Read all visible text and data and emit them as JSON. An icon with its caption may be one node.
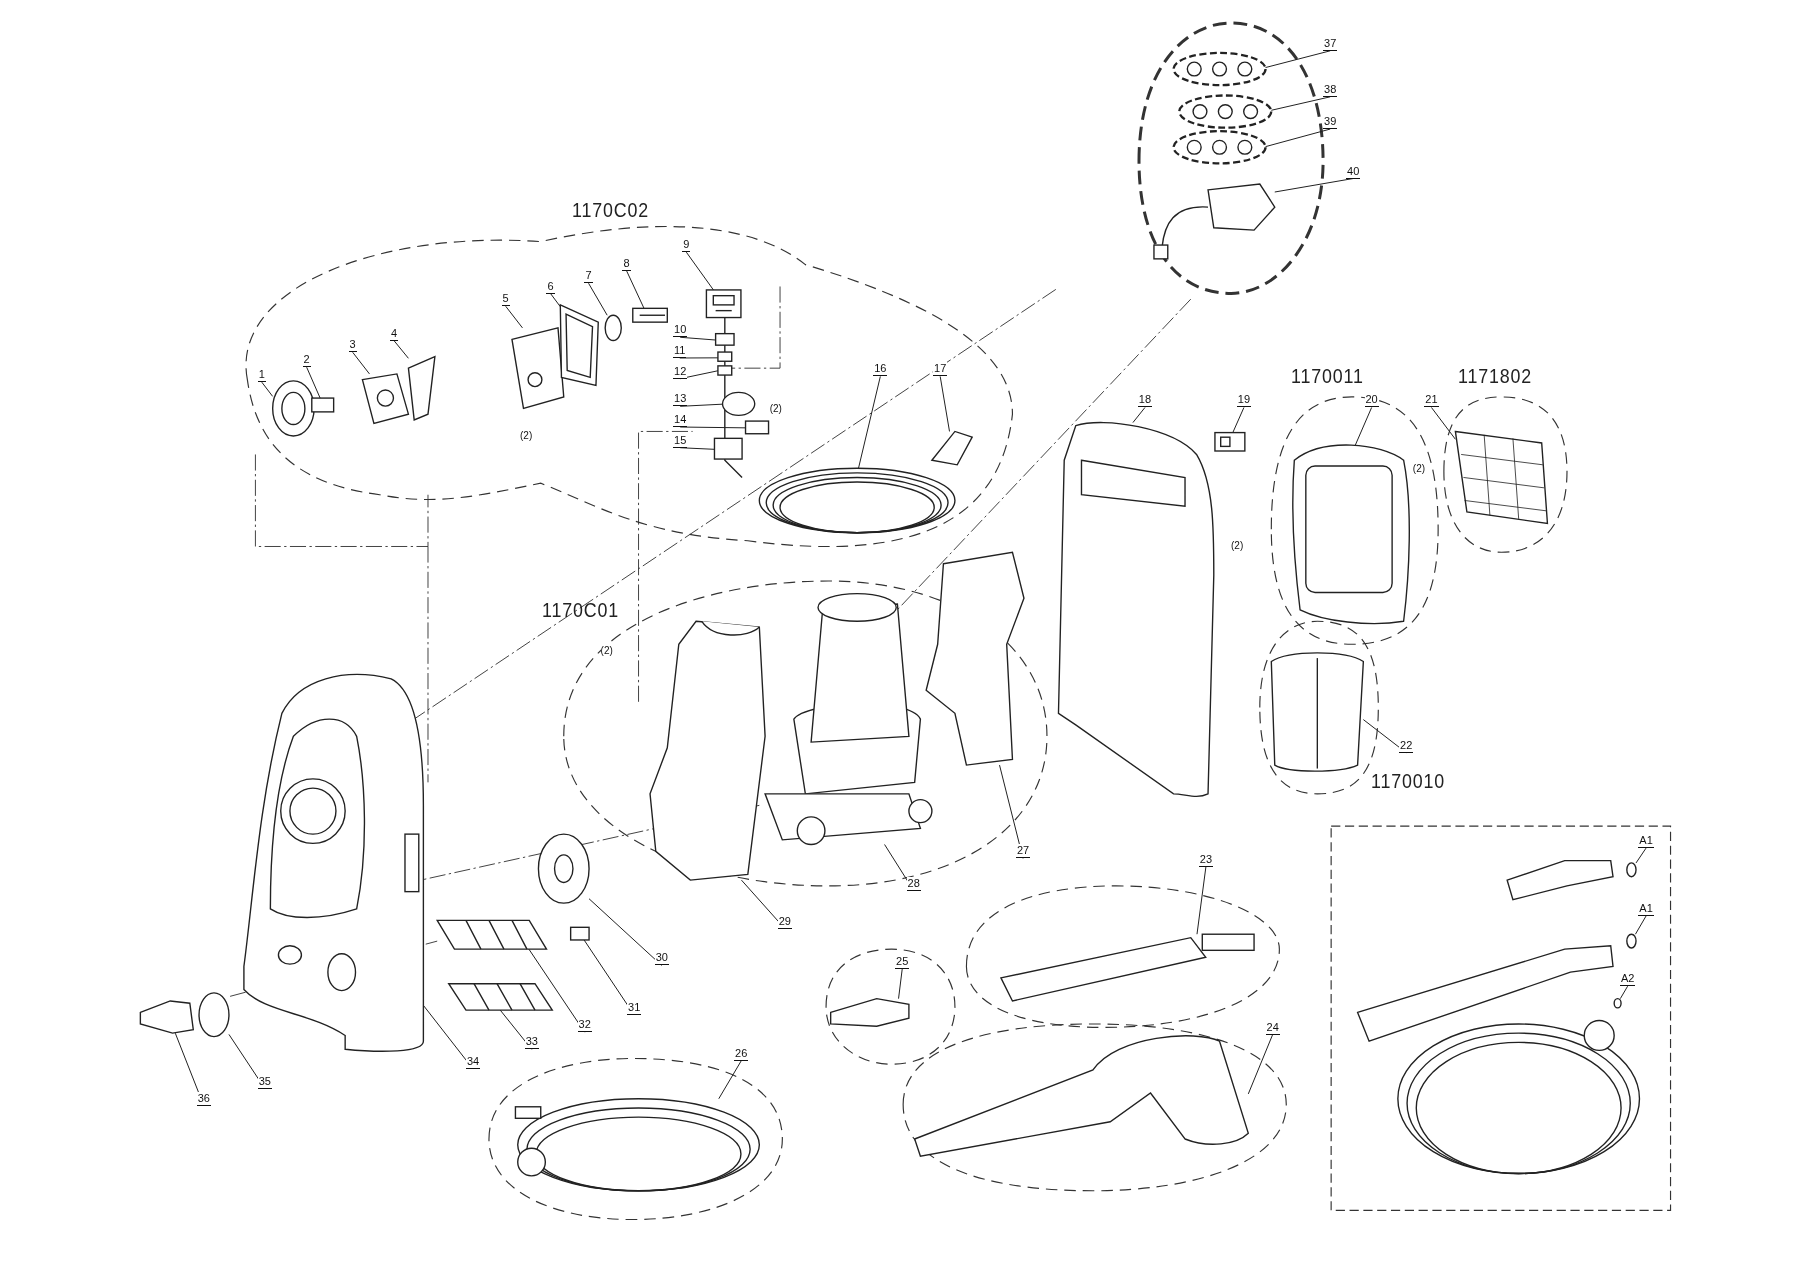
{
  "diagram": {
    "nodes": [
      {
        "text": [
          "1"
        ]
      },
      {
        "text": [
          "2"
        ]
      },
      {
        "text": [
          "3"
        ]
      },
      {
        "text": [
          "4"
        ]
      },
      {
        "text": [
          "5"
        ]
      },
      {
        "text": [
          "6"
        ]
      },
      {
        "text": [
          "7"
        ]
      },
      {
        "text": [
          "8"
        ]
      },
      {
        "text": [
          "9"
        ]
      },
      {
        "text": [
          "10"
        ]
      },
      {
        "text": [
          "11"
        ]
      },
      {
        "text": [
          "12"
        ]
      },
      {
        "text": [
          "13"
        ]
      },
      {
        "text": [
          "14"
        ]
      },
      {
        "text": [
          "15"
        ]
      },
      {
        "text": [
          "16"
        ]
      },
      {
        "text": [
          "17"
        ]
      },
      {
        "text": [
          "18"
        ]
      },
      {
        "text": [
          "19"
        ]
      },
      {
        "text": [
          "20"
        ]
      },
      {
        "text": [
          "21"
        ]
      },
      {
        "text": [
          "22"
        ]
      },
      {
        "text": [
          "23"
        ]
      },
      {
        "text": [
          "24"
        ]
      },
      {
        "text": [
          "25"
        ]
      },
      {
        "text": [
          "26"
        ]
      },
      {
        "text": [
          "27"
        ]
      },
      {
        "text": [
          "28"
        ]
      },
      {
        "text": [
          "29"
        ]
      },
      {
        "text": [
          "30"
        ]
      },
      {
        "text": [
          "31"
        ]
      },
      {
        "text": [
          "32"
        ]
      },
      {
        "text": [
          "33"
        ]
      },
      {
        "text": [
          "34"
        ]
      },
      {
        "text": [
          "35"
        ]
      },
      {
        "text": [
          "36"
        ]
      },
      {
        "text": [
          "37"
        ]
      },
      {
        "text": [
          "38"
        ]
      },
      {
        "text": [
          "39"
        ]
      },
      {
        "text": [
          "40"
        ]
      },
      {
        "text": [
          "A1"
        ]
      },
      {
        "text": [
          "A1"
        ]
      },
      {
        "text": [
          "A2"
        ]
      },
      {
        "text": [],
        "shape": "picture"
      },
      {
        "text": [],
        "shape": "box"
      },
      {
        "text": [],
        "shape": "picture"
      },
      {
        "text": [],
        "shape": "picture"
      },
      {
        "text": [],
        "shape": "picture"
      },
      {
        "text": [],
        "shape": "picture"
      },
      {
        "text": [],
        "shape": "circle"
      },
      {
        "text": [],
        "shape": "picture"
      },
      {
        "text": [],
        "shape": "picture"
      },
      {
        "text": [],
        "shape": "box"
      },
      {
        "text": [],
        "shape": "box"
      },
      {
        "text": [],
        "shape": "box"
      },
      {
        "text": [],
        "shape": "circle"
      },
      {
        "text": [],
        "shape": "box"
      },
      {
        "text": [],
        "shape": "box"
      },
      {
        "text": [],
        "shape": "picture"
      },
      {
        "text": [],
        "shape": "picture"
      },
      {
        "text": [],
        "shape": "picture"
      },
      {
        "text": [],
        "shape": "picture"
      },
      {
        "text": [],
        "shape": "picture"
      },
      {
        "text": [],
        "shape": "picture"
      },
      {
        "text": [],
        "shape": "picture"
      },
      {
        "text": [],
        "shape": "picture"
      },
      {
        "text": [],
        "shape": "picture"
      },
      {
        "text": [],
        "shape": "picture"
      },
      {
        "text": [],
        "shape": "picture"
      },
      {
        "text": [],
        "shape": "picture"
      },
      {
        "text": [],
        "shape": "picture"
      },
      {
        "text": [],
        "shape": "picture"
      },
      {
        "text": [],
        "shape": "picture"
      },
      {
        "text": [],
        "shape": "box"
      },
      {
        "text": [],
        "shape": "picture"
      },
      {
        "text": [],
        "shape": "picture"
      },
      {
        "text": [],
        "shape": "picture"
      },
      {
        "text": [],
        "shape": "circle"
      },
      {
        "text": [],
        "shape": "picture"
      },
      {
        "text": [],
        "shape": "picture"
      },
      {
        "text": [],
        "shape": "picture"
      },
      {
        "text": [],
        "shape": "picture"
      },
      {
        "text": [],
        "shape": "picture"
      },
      {
        "text": [],
        "shape": "circle"
      },
      {
        "text": [],
        "shape": "circle"
      },
      {
        "text": [],
        "shape": "circle"
      }
    ],
    "edges": [
      {
        "from": 0,
        "to": 43,
        "arrow": "none"
      },
      {
        "from": 1,
        "to": 44,
        "arrow": "none"
      },
      {
        "from": 2,
        "to": 45,
        "arrow": "none"
      },
      {
        "from": 3,
        "to": 46,
        "arrow": "none"
      },
      {
        "from": 4,
        "to": 47,
        "arrow": "none"
      },
      {
        "from": 5,
        "to": 48,
        "arrow": "none"
      },
      {
        "from": 6,
        "to": 49,
        "arrow": "none"
      },
      {
        "from": 7,
        "to": 50,
        "arrow": "none"
      },
      {
        "from": 8,
        "to": 51,
        "arrow": "none"
      },
      {
        "from": 9,
        "to": 52,
        "arrow": "none"
      },
      {
        "from": 10,
        "to": 53,
        "arrow": "none"
      },
      {
        "from": 11,
        "to": 54,
        "arrow": "none"
      },
      {
        "from": 12,
        "to": 55,
        "arrow": "none"
      },
      {
        "from": 13,
        "to": 56,
        "arrow": "none"
      },
      {
        "from": 14,
        "to": 57,
        "arrow": "none"
      },
      {
        "from": 15,
        "to": 58,
        "arrow": "none"
      },
      {
        "from": 16,
        "to": 59,
        "arrow": "none"
      },
      {
        "from": 17,
        "to": 60,
        "arrow": "none"
      },
      {
        "from": 18,
        "to": 61,
        "arrow": "none"
      },
      {
        "from": 19,
        "to": 62,
        "arrow": "none"
      },
      {
        "from": 20,
        "to": 63,
        "arrow": "none"
      },
      {
        "from": 21,
        "to": 64,
        "arrow": "none"
      },
      {
        "from": 22,
        "to": 65,
        "arrow": "none"
      },
      {
        "from": 23,
        "to": 66,
        "arrow": "none"
      },
      {
        "from": 24,
        "to": 67,
        "arrow": "none"
      },
      {
        "from": 25,
        "to": 68,
        "arrow": "none"
      },
      {
        "from": 26,
        "to": 69,
        "arrow": "none"
      },
      {
        "from": 27,
        "to": 70,
        "arrow": "none"
      },
      {
        "from": 28,
        "to": 71,
        "arrow": "none"
      },
      {
        "from": 29,
        "to": 72,
        "arrow": "none"
      },
      {
        "from": 30,
        "to": 73,
        "arrow": "none"
      },
      {
        "from": 31,
        "to": 74,
        "arrow": "none"
      },
      {
        "from": 32,
        "to": 75,
        "arrow": "none"
      },
      {
        "from": 33,
        "to": 76,
        "arrow": "none"
      },
      {
        "from": 34,
        "to": 77,
        "arrow": "none"
      },
      {
        "from": 35,
        "to": 78,
        "arrow": "none"
      },
      {
        "from": 36,
        "to": 79,
        "arrow": "none"
      },
      {
        "from": 37,
        "to": 80,
        "arrow": "none"
      },
      {
        "from": 38,
        "to": 81,
        "arrow": "none"
      },
      {
        "from": 39,
        "to": 82,
        "arrow": "none"
      },
      {
        "from": 40,
        "to": 83,
        "arrow": "none"
      },
      {
        "from": 41,
        "to": 84,
        "arrow": "none"
      },
      {
        "from": 42,
        "to": 85,
        "arrow": "none"
      }
    ],
    "labels": [
      "1170C02",
      "(2)",
      "(2)",
      "1170011",
      "1171802",
      "(2)",
      "(2)",
      "1170C01",
      "(2)",
      "1170010"
    ]
  }
}
